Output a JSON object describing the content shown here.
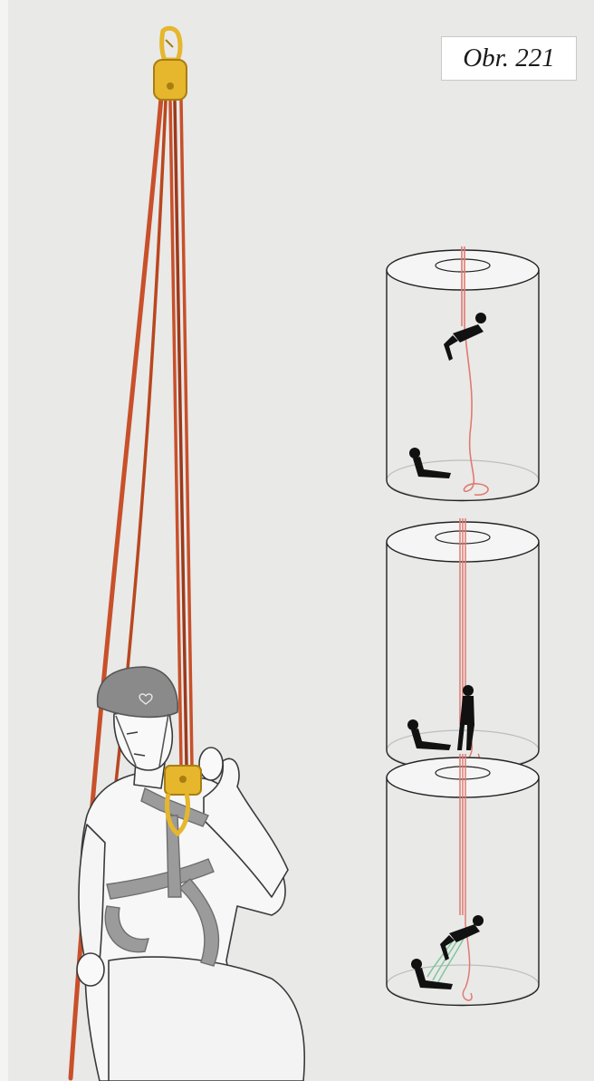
{
  "figure": {
    "label": "Obr. 221",
    "main_illustration": "rescuer-hauling-with-pulley-system",
    "panels": [
      {
        "id": "panel-1",
        "scene": "rescuer-abseiling-to-victim"
      },
      {
        "id": "panel-2",
        "scene": "rescuer-standing-beside-victim"
      },
      {
        "id": "panel-3",
        "scene": "rescuer-and-victim-hauled-up"
      }
    ]
  },
  "colors": {
    "background": "#e9e9e8",
    "rope": "#c8502a",
    "rope_dark": "#9c3a1c",
    "hardware": "#e6b62c",
    "hardware_dark": "#a87e14",
    "panel_rope": "#e07a70",
    "victim_line": "#7fc79a",
    "figure_ink": "#111111"
  }
}
